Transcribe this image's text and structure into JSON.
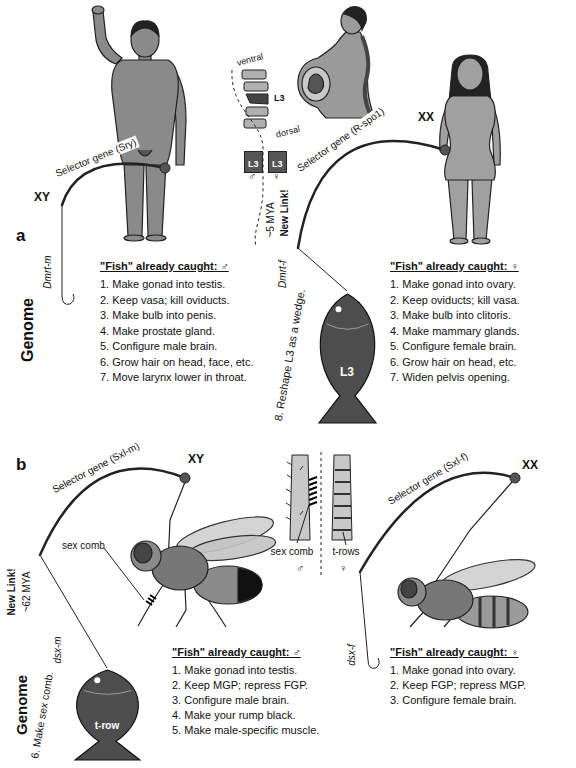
{
  "diagram": {
    "nodes": [
      {
        "text": [
          "L3"
        ]
      },
      {
        "text": [
          "L3"
        ]
      },
      {
        "text": [
          "Genome"
        ]
      },
      {
        "text": [
          "L3"
        ],
        "in": 2
      },
      {
        "text": [
          "Genome"
        ]
      },
      {
        "text": [
          "t-row"
        ],
        "in": 4
      }
    ],
    "labels": [
      "XY",
      "Selector gene (Sry)",
      "ventral",
      "L3",
      "dorsal",
      "♂",
      "♀",
      "XX",
      "Selector gene (R-spo1)",
      "New Link!",
      "~5 MYA",
      "a",
      "Dmrt-m",
      "Dmrt-f",
      "\"Fish\" already caught: ♂",
      "1. Make gonad into testis.",
      "2. Keep vasa; kill oviducts.",
      "3. Make bulb into penis.",
      "4. Make prostate gland.",
      "5. Configure male brain.",
      "6. Grow hair on head, face, etc.",
      "7. Move larynx lower in throat.",
      "8. Reshape L3 as a wedge.",
      "\"Fish\" already caught: ♀",
      "1. Make gonad into ovary.",
      "2. Keep oviducts; kill vasa.",
      "3. Make bulb into clitoris.",
      "4. Make mammary glands.",
      "5. Configure female brain.",
      "6. Grow hair on head, etc.",
      "7. Widen pelvis opening.",
      "XY",
      "Selector gene (Sxl-m)",
      "sex comb",
      "New Link!",
      "~62 MYA",
      "sex comb",
      "♂",
      "♀",
      "t-rows",
      "XX",
      "Selector gene (Sxl-f)",
      "b",
      "dsx-m",
      "6. Make sex comb.",
      "\"Fish\" already caught: ♂",
      "1. Make gonad into testis.",
      "2. Keep MGP; repress FGP.",
      "3. Configure male brain.",
      "4. Make your rump black.",
      "5. Make male-specific muscle.",
      "\"Fish\" already caught: ♀",
      "1. Make gonad into ovary.",
      "2. Keep FGP; repress MGP.",
      "3. Configure female brain.",
      "dsx-f"
    ]
  }
}
